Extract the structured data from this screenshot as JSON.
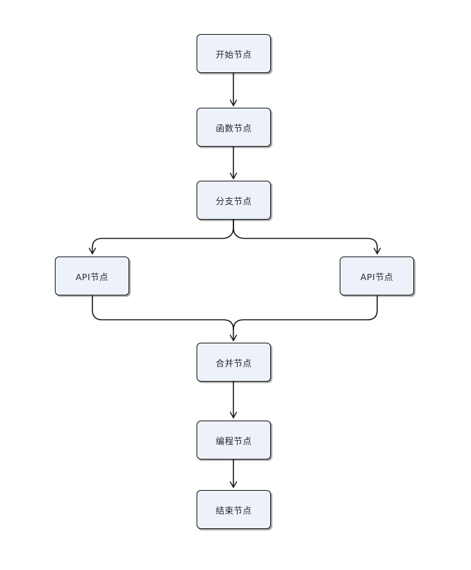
{
  "diagram": {
    "type": "flowchart",
    "background_color": "#ffffff",
    "node_fill_color": "#edf2fa",
    "node_border_color": "#111111",
    "edge_color": "#1a1a1a",
    "text_color": "#262626",
    "nodes": [
      {
        "id": "start",
        "label": "开始节点"
      },
      {
        "id": "function",
        "label": "函数节点"
      },
      {
        "id": "branch",
        "label": "分支节点"
      },
      {
        "id": "api-left",
        "label": "API节点"
      },
      {
        "id": "api-right",
        "label": "API节点"
      },
      {
        "id": "merge",
        "label": "合并节点"
      },
      {
        "id": "program",
        "label": "编程节点"
      },
      {
        "id": "end",
        "label": "结束节点"
      }
    ],
    "edges": [
      {
        "from": "start",
        "to": "function"
      },
      {
        "from": "function",
        "to": "branch"
      },
      {
        "from": "branch",
        "to": "api-left"
      },
      {
        "from": "branch",
        "to": "api-right"
      },
      {
        "from": "api-left",
        "to": "merge"
      },
      {
        "from": "api-right",
        "to": "merge"
      },
      {
        "from": "merge",
        "to": "program"
      },
      {
        "from": "program",
        "to": "end"
      }
    ]
  }
}
